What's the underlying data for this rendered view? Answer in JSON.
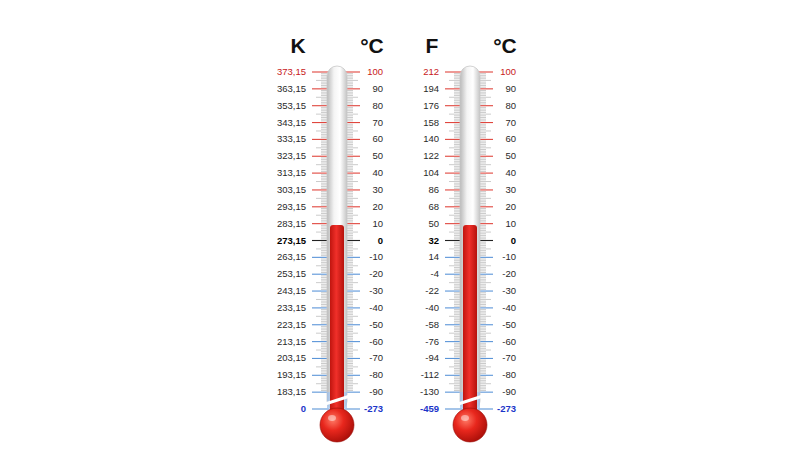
{
  "diagram": {
    "labels": [
      "K",
      "°C",
      "F",
      "°C",
      "373,15",
      "100",
      "212",
      "100",
      "363,15",
      "90",
      "194",
      "90",
      "353,15",
      "80",
      "176",
      "80",
      "343,15",
      "70",
      "158",
      "70",
      "333,15",
      "60",
      "140",
      "60",
      "323,15",
      "50",
      "122",
      "50",
      "313,15",
      "40",
      "104",
      "40",
      "303,15",
      "30",
      "86",
      "30",
      "293,15",
      "20",
      "68",
      "20",
      "283,15",
      "10",
      "50",
      "10",
      "273,15",
      "0",
      "32",
      "0",
      "263,15",
      "-10",
      "14",
      "-10",
      "253,15",
      "-20",
      "-4",
      "-20",
      "243,15",
      "-30",
      "-22",
      "-30",
      "233,15",
      "-40",
      "-40",
      "-40",
      "223,15",
      "-50",
      "-58",
      "-50",
      "213,15",
      "-60",
      "-76",
      "-60",
      "203,15",
      "-70",
      "-94",
      "-70",
      "193,15",
      "-80",
      "-112",
      "-80",
      "183,15",
      "-90",
      "-130",
      "-90",
      "0",
      "-273",
      "-459",
      "-273"
    ]
  }
}
